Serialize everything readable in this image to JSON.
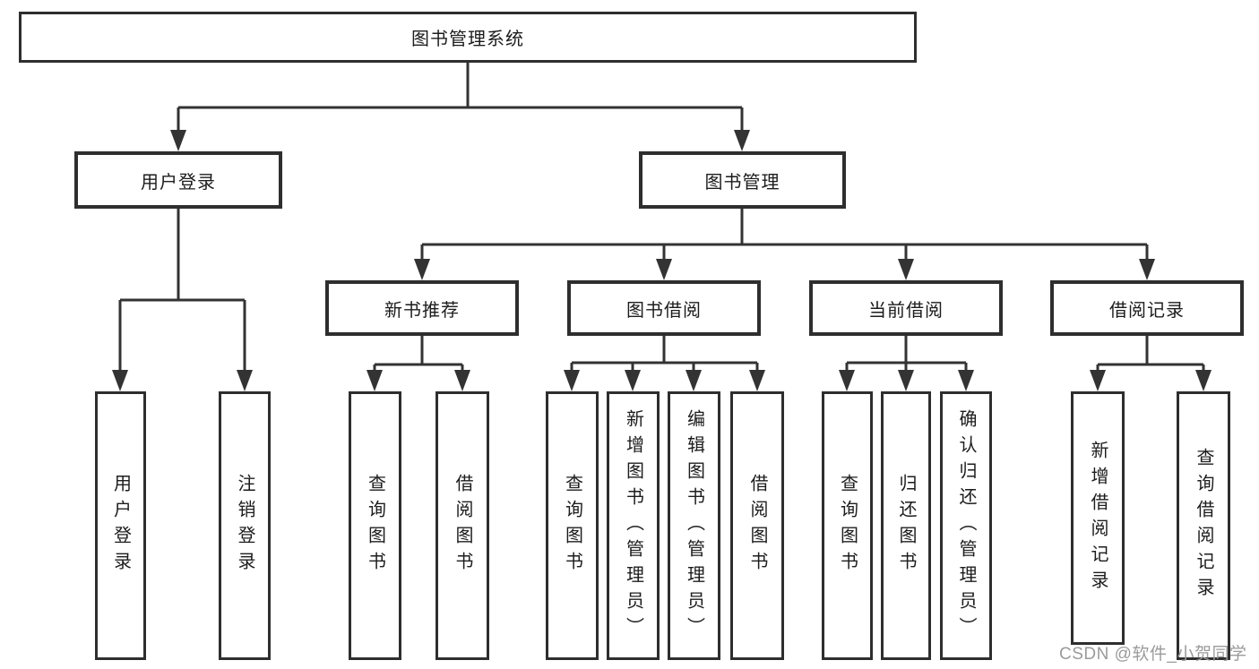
{
  "diagram_type": "hierarchy-tree",
  "nodes": {
    "root": "图书管理系统",
    "user_login": "用户登录",
    "book_mgmt": "图书管理",
    "login": "用户登录",
    "logout": "注销登录",
    "rec": "新书推荐",
    "rec_query": "查询图书",
    "rec_borrow": "借阅图书",
    "borrow": "图书借阅",
    "borrow_query": "查询图书",
    "borrow_add": "新增图书（管理员）",
    "borrow_edit": "编辑图书（管理员）",
    "borrow_do": "借阅图书",
    "current": "当前借阅",
    "current_query": "查询图书",
    "current_return": "归还图书",
    "current_confirm": "确认归还（管理员）",
    "records": "借阅记录",
    "records_add": "新增借阅记录",
    "records_query": "查询借阅记录"
  },
  "hierarchy": {
    "root": [
      "user_login",
      "book_mgmt"
    ],
    "user_login": [
      "login",
      "logout"
    ],
    "book_mgmt": [
      "rec",
      "borrow",
      "current",
      "records"
    ],
    "rec": [
      "rec_query",
      "rec_borrow"
    ],
    "borrow": [
      "borrow_query",
      "borrow_add",
      "borrow_edit",
      "borrow_do"
    ],
    "current": [
      "current_query",
      "current_return",
      "current_confirm"
    ],
    "records": [
      "records_add",
      "records_query"
    ]
  },
  "watermark": {
    "text": "CSDN @软件_小贺同学"
  },
  "colors": {
    "line": "#333333",
    "border": "#2e2e2e",
    "text": "#1c1c1c",
    "watermark": "#9b9b9b",
    "background": "#ffffff"
  }
}
